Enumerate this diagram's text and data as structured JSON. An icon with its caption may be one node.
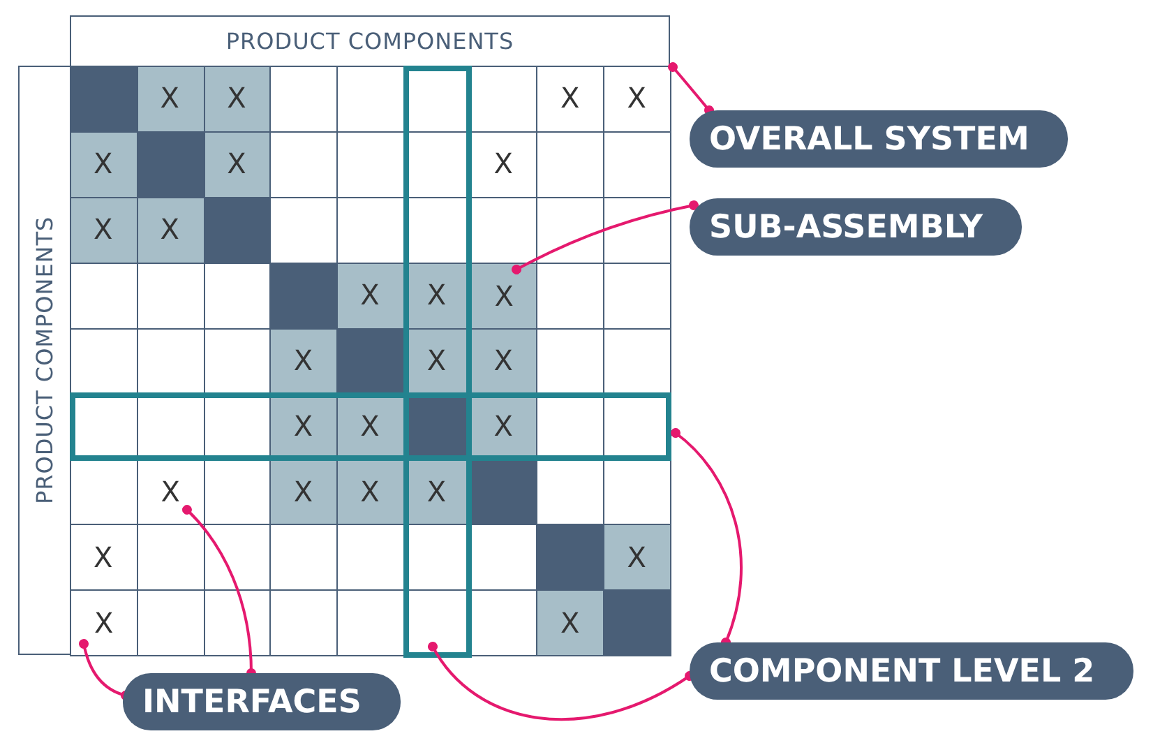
{
  "diagram": {
    "nodes": [
      {
        "text": [
          "PRODUCT COMPONENTS"
        ]
      },
      {
        "text": [
          "PRODUCT COMPONENTS"
        ]
      },
      {
        "text": [],
        "shape": "box"
      },
      {
        "text": [
          "OVERALL SYSTEM"
        ]
      },
      {
        "text": [
          "SUB-ASSEMBLY"
        ]
      },
      {
        "text": [
          "X"
        ],
        "in": 2
      },
      {
        "text": [],
        "shape": "box",
        "in": 2
      },
      {
        "text": [
          "X"
        ],
        "in": 2
      },
      {
        "text": [],
        "shape": "box",
        "in": 2
      },
      {
        "text": [
          "X"
        ],
        "in": 2
      },
      {
        "text": [
          "COMPONENT LEVEL 2"
        ]
      },
      {
        "text": [
          "INTERFACES"
        ]
      }
    ],
    "edges": [
      {
        "from": 3,
        "to": 2,
        "arrow": "other"
      },
      {
        "from": 4,
        "to": 5,
        "arrow": "other"
      },
      {
        "from": 10,
        "to": 6,
        "arrow": "other"
      },
      {
        "from": 10,
        "to": 8,
        "arrow": "other"
      },
      {
        "from": 11,
        "to": 9,
        "arrow": "other"
      },
      {
        "from": 11,
        "to": 7,
        "arrow": "other"
      }
    ],
    "labels": [
      "X",
      "X",
      "X",
      "X",
      "X",
      "X",
      "X",
      "X",
      "X",
      "X",
      "X",
      "X",
      "X",
      "X",
      "X",
      "X",
      "X",
      "X",
      "X",
      "X",
      "X",
      "X",
      "X"
    ]
  }
}
